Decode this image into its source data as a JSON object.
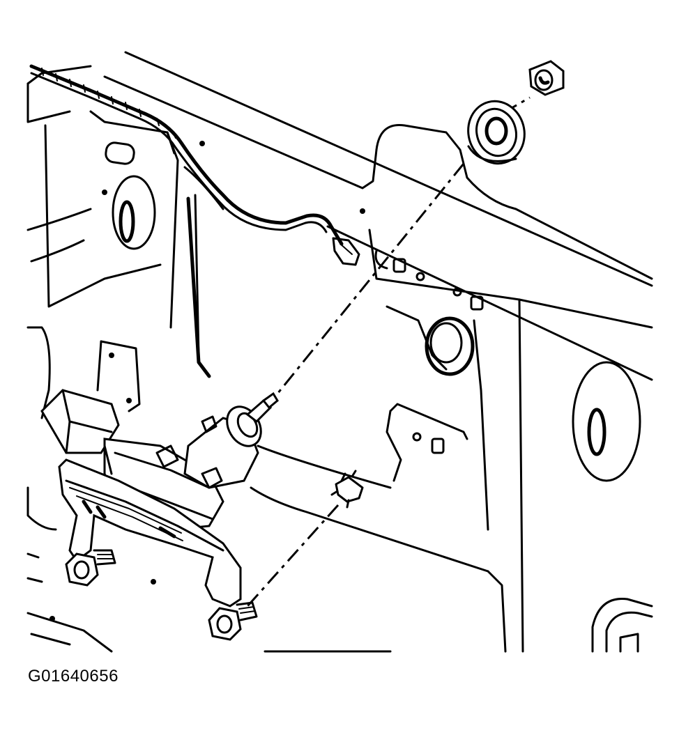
{
  "figure": {
    "id": "G01640656"
  },
  "components": [
    "nut",
    "grommet",
    "wiring-harness",
    "electrical-connector",
    "wiper-motor",
    "motor-bracket",
    "mounting-bolt",
    "mounting-bolt",
    "retaining-clip",
    "liftgate-inner-panel"
  ]
}
